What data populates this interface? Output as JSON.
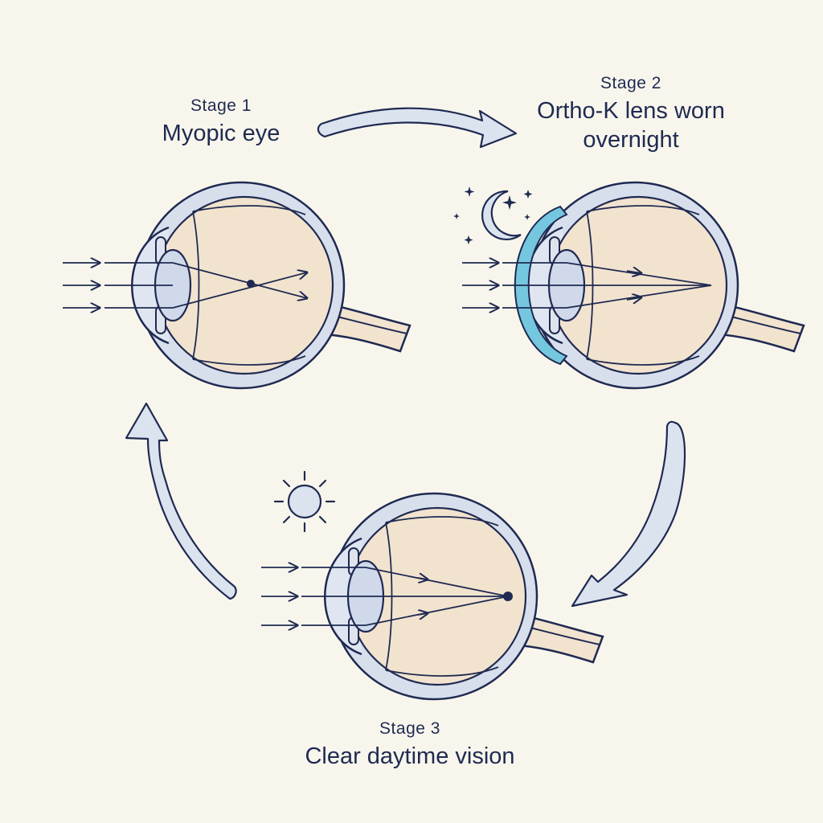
{
  "stages": [
    {
      "number": "Stage 1",
      "title": "Myopic eye"
    },
    {
      "number": "Stage 2",
      "title": "Ortho-K lens worn overnight"
    },
    {
      "number": "Stage 3",
      "title": "Clear daytime vision"
    }
  ],
  "icons": [
    "moon-stars-icon",
    "sun-icon"
  ],
  "colors": {
    "background": "#f8f6ec",
    "outline": "#1f2a52",
    "sclera": "#d8dfec",
    "eye_interior": "#f2e3cf",
    "lens": "#cfd9ea",
    "ortho_k_lens": "#74c7de",
    "arrow_fill": "#dbe3ef"
  }
}
